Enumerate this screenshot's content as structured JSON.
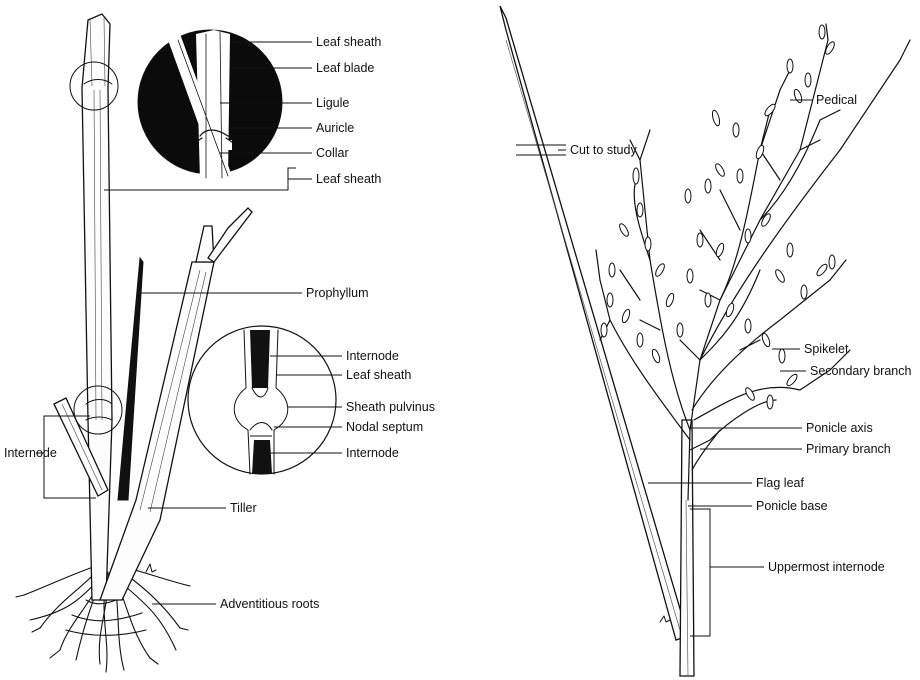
{
  "left_plant": {
    "callout_blade": {
      "leaf_sheath_top": "Leaf sheath",
      "leaf_blade": "Leaf blade",
      "ligule": "Ligule",
      "auricle": "Auricle",
      "collar": "Collar"
    },
    "leaf_sheath": "Leaf sheath",
    "prophyllum": "Prophyllum",
    "callout_node": {
      "internode_top": "Internode",
      "leaf_sheath": "Leaf sheath",
      "sheath_pulvinus": "Sheath pulvinus",
      "nodal_septum": "Nodal septum",
      "internode_bottom": "Internode"
    },
    "internode": "Internode",
    "tiller": "Tiller",
    "adventitious_roots": "Adventitious roots"
  },
  "right_plant": {
    "cut_to_study": "Cut to study",
    "pedical": "Pedical",
    "spikelet": "Spikelet",
    "secondary_branch": "Secondary branch",
    "ponicle_axis": "Ponicle axis",
    "primary_branch": "Primary branch",
    "flag_leaf": "Flag leaf",
    "ponicle_base": "Ponicle base",
    "uppermost_internode": "Uppermost internode"
  },
  "colors": {
    "ink": "#111111",
    "background": "#ffffff"
  }
}
